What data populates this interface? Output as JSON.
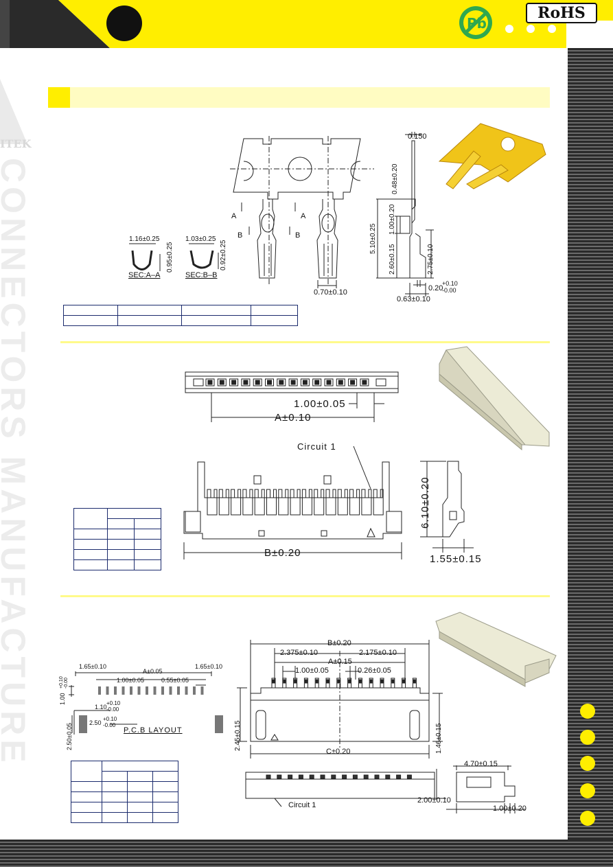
{
  "header": {
    "rohs_label": "RoHS",
    "pb_label": "Pb",
    "brand_fragment": "ITEK"
  },
  "watermark": {
    "text": "CONNECTORS MANUFACTURE"
  },
  "terminal": {
    "dims": {
      "d150": "0.150",
      "d048": "0.48±0.20",
      "d510": "5.10±0.25",
      "d100": "1.00±0.20",
      "d260": "2.60±0.15",
      "d275": "2.75±0.10",
      "d020": "0.20",
      "d020_tol_plus": "+0.10",
      "d020_tol_minus": "-0.00",
      "d063": "0.63±0.10",
      "d070": "0.70±0.10",
      "d116": "1.16±0.25",
      "d095": "0.95±0.25",
      "d103": "1.03±0.25",
      "d092": "0.92±0.25"
    },
    "sections": {
      "a_marker": "A",
      "b_marker": "B",
      "sec_aa": "SEC:A–A",
      "sec_bb": "SEC:B–B"
    }
  },
  "housing": {
    "pitch": "1.00±0.05",
    "a_dim": "A±0.10",
    "b_dim": "B±0.20",
    "h_dim": "6.10±0.20",
    "w_dim": "1.55±0.15",
    "circuit": "Circuit 1"
  },
  "header_smt": {
    "b_dim": "B±0.20",
    "d2375": "2.375±0.10",
    "d2175": "2.175±0.10",
    "a_dim": "A±0.15",
    "pitch": "1.00±0.05",
    "pin_w": "0.26±0.05",
    "h245": "2.45±0.15",
    "c_dim": "C±0.20",
    "h146": "1.46±0.15",
    "w470": "4.70±0.15",
    "d200": "2.00±0.10",
    "d100": "1.00±0.20",
    "circuit": "Circuit 1"
  },
  "pcb": {
    "d165_left": "1.65±0.10",
    "a_dim": "A±0.05",
    "d165_right": "1.65±0.10",
    "pitch": "1.00±0.05",
    "pad_w": "0.55±0.05",
    "v100": "1.00",
    "v100_tol_plus": "+0.10",
    "v100_tol_minus": "-0.00",
    "d110": "1.10",
    "d110_tol_plus": "+0.10",
    "d110_tol_minus": "-0.00",
    "d250": "2.50",
    "d250_tol_plus": "+0.10",
    "d250_tol_minus": "-0.00",
    "v250": "2.50±0.05",
    "layout_title": "P.C.B LAYOUT"
  },
  "colors": {
    "yellow": "#ffee00",
    "bar_bg": "#fffcc2",
    "table_border": "#1a2a6c",
    "pb_green": "#2fa84f"
  }
}
